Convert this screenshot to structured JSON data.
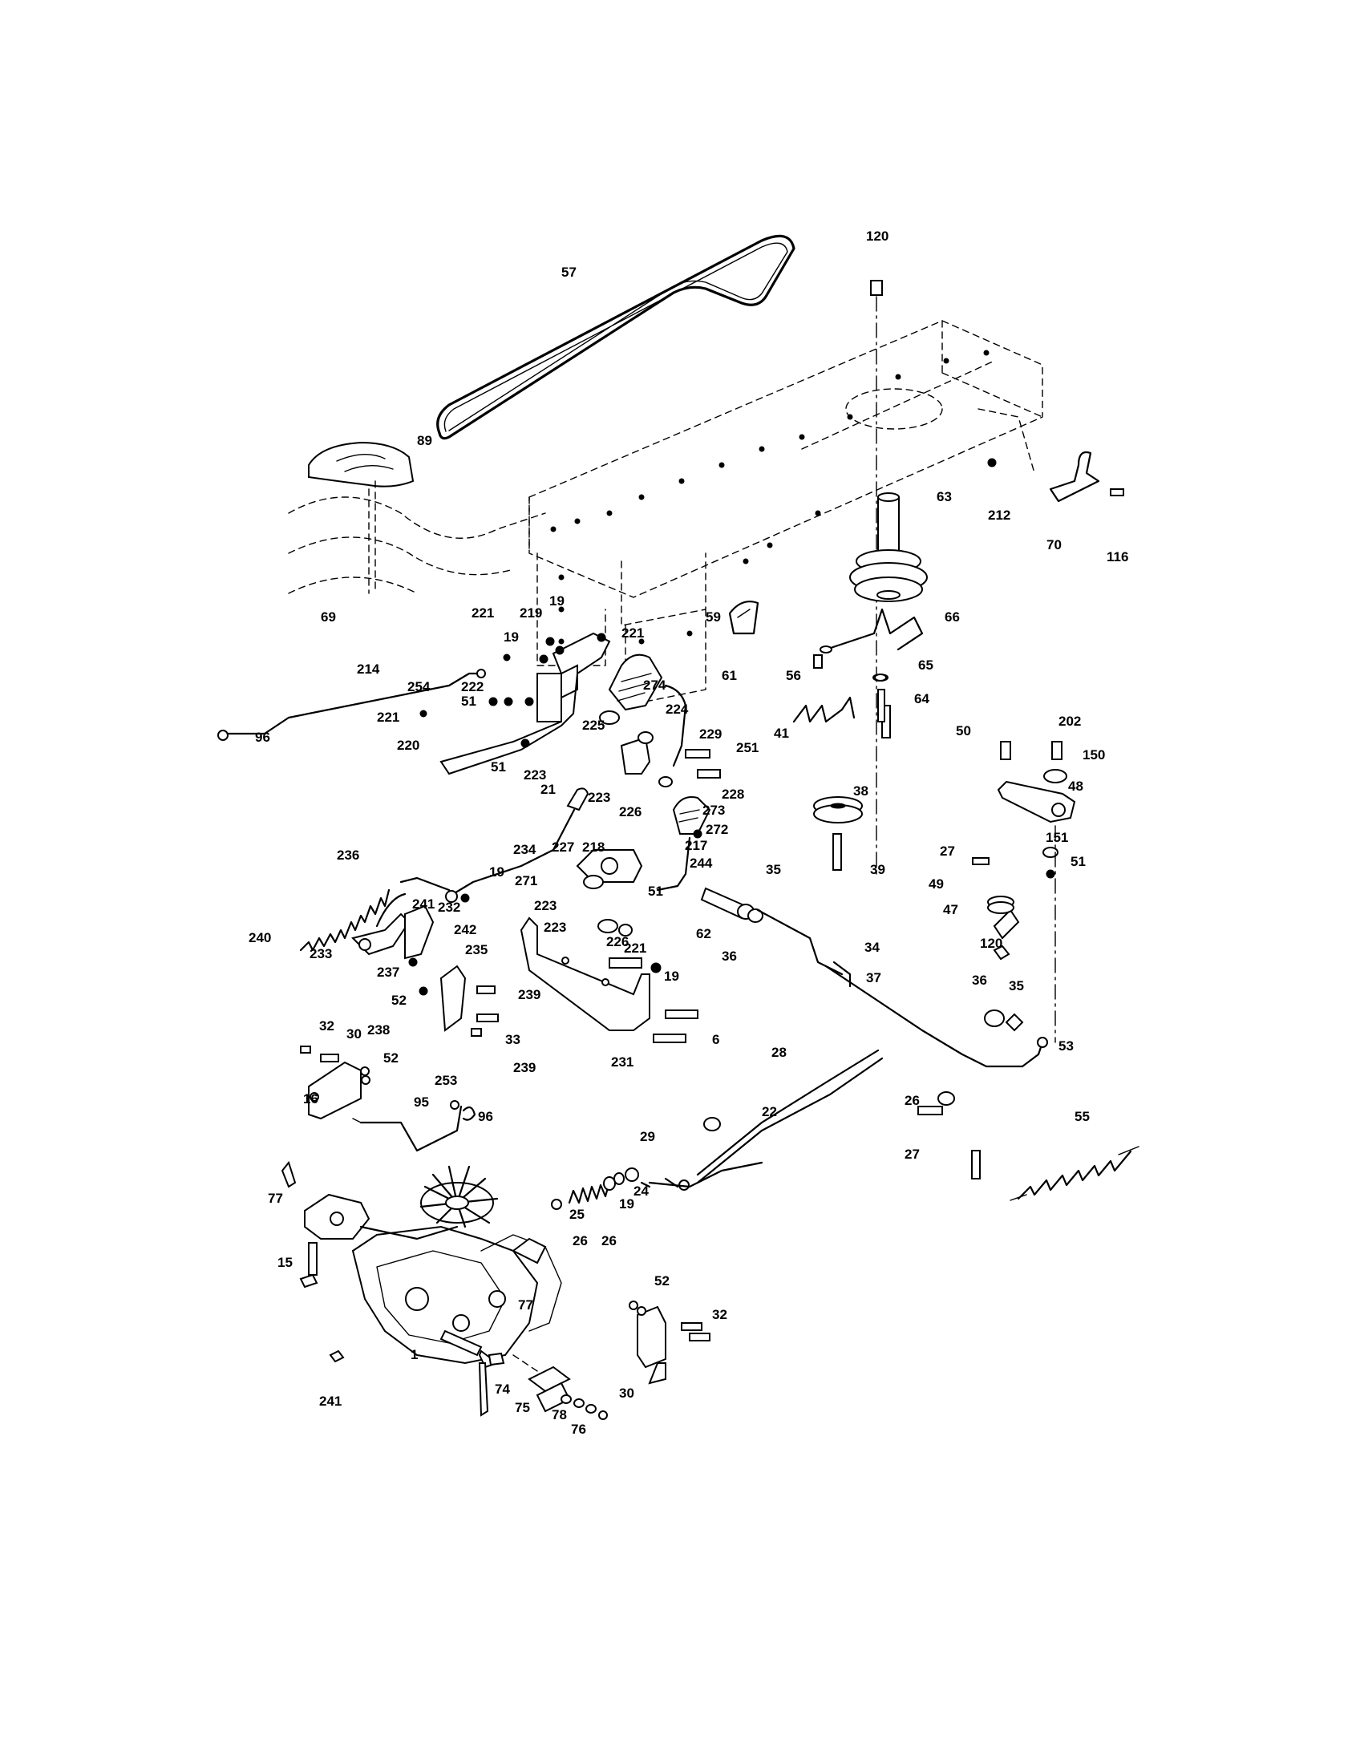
{
  "labels": [
    "57",
    "120",
    "89",
    "63",
    "212",
    "70",
    "116",
    "66",
    "59",
    "69",
    "221",
    "219",
    "19",
    "221",
    "214",
    "19",
    "274",
    "224",
    "56",
    "61",
    "65",
    "64",
    "41",
    "96",
    "254",
    "222",
    "51",
    "221",
    "220",
    "51",
    "225",
    "229",
    "251",
    "223",
    "228",
    "223",
    "226",
    "273",
    "272",
    "21",
    "227",
    "218",
    "217",
    "244",
    "234",
    "236",
    "19",
    "271",
    "223",
    "35",
    "51",
    "223",
    "226",
    "62",
    "36",
    "34",
    "37",
    "240",
    "241",
    "232",
    "233",
    "242",
    "235",
    "237",
    "221",
    "19",
    "52",
    "239",
    "238",
    "33",
    "239",
    "231",
    "6",
    "50",
    "202",
    "150",
    "48",
    "38",
    "39",
    "27",
    "151",
    "51",
    "49",
    "47",
    "120",
    "36",
    "35",
    "53",
    "28",
    "32",
    "30",
    "52",
    "16",
    "253",
    "95",
    "96",
    "22",
    "26",
    "29",
    "27",
    "55",
    "77",
    "24",
    "19",
    "25",
    "26",
    "26",
    "15",
    "77",
    "1",
    "52",
    "32",
    "30",
    "241",
    "74",
    "75",
    "78",
    "76"
  ]
}
